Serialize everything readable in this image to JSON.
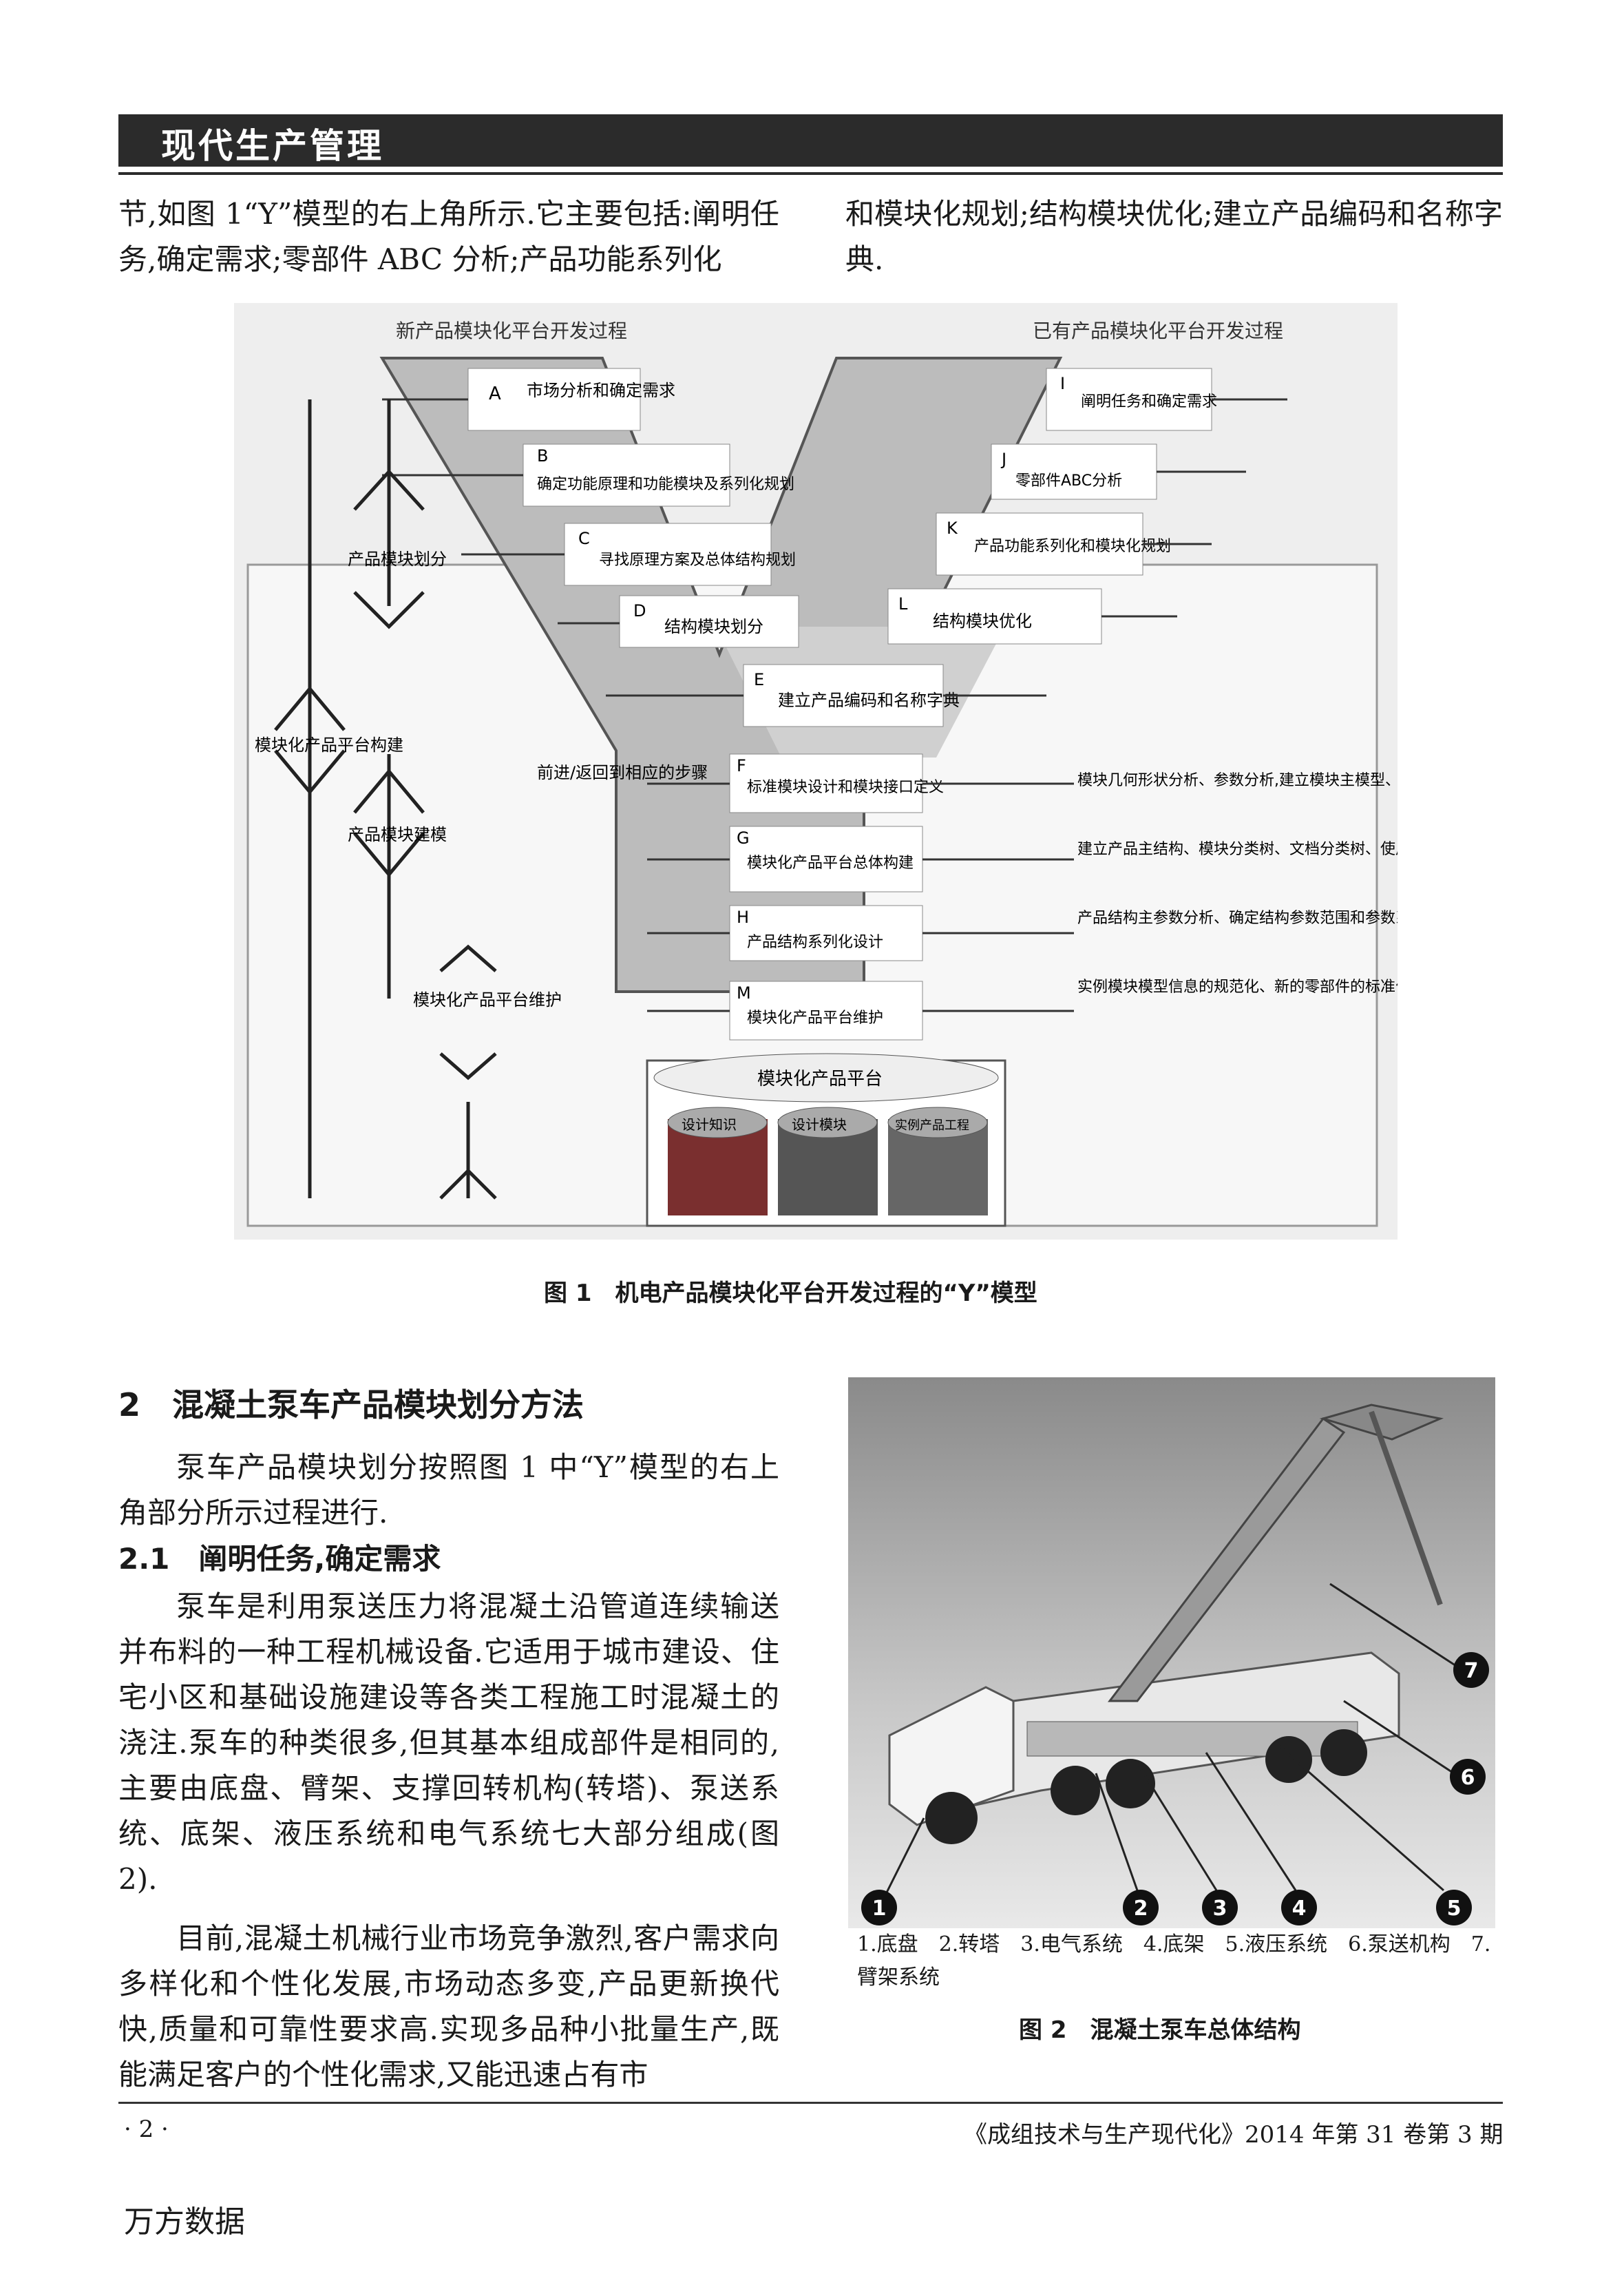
{
  "header": {
    "section_title": "现代生产管理"
  },
  "top_text": {
    "left": "节,如图 1“Y”模型的右上角所示.它主要包括:阐明任务,确定需求;零部件 ABC 分析;产品功能系列化",
    "right": "和模块化规划;结构模块优化;建立产品编码和名称字典."
  },
  "figure1": {
    "caption": "图 1　机电产品模块化平台开发过程的“Y”模型",
    "left_title": "新产品模块化平台开发过程",
    "right_title": "已有产品模块化平台开发过程",
    "left_stages": [
      {
        "letter": "A",
        "text": "市场分析和确定需求"
      },
      {
        "letter": "B",
        "text": "确定功能原理和功能模块及系列化规划"
      },
      {
        "letter": "C",
        "text": "寻找原理方案及总体结构规划"
      },
      {
        "letter": "D",
        "text": "结构模块划分"
      }
    ],
    "right_stages": [
      {
        "letter": "I",
        "text": "阐明任务和确定需求"
      },
      {
        "letter": "J",
        "text": "零部件ABC分析"
      },
      {
        "letter": "K",
        "text": "产品功能系列化和模块化规划"
      },
      {
        "letter": "L",
        "text": "结构模块优化"
      }
    ],
    "merged_stage": {
      "letter": "E",
      "text": "建立产品编码和名称字典"
    },
    "stem_stages": [
      {
        "letter": "F",
        "text": "标准模块设计和模块接口定义"
      },
      {
        "letter": "G",
        "text": "模块化产品平台总体构建"
      },
      {
        "letter": "H",
        "text": "产品结构系列化设计"
      },
      {
        "letter": "M",
        "text": "模块化产品平台维护"
      }
    ],
    "side_labels": {
      "module_division": "产品模块划分",
      "platform_build": "模块化产品平台构建",
      "module_modeling": "产品模块建模",
      "platform_maintenance": "模块化产品平台维护",
      "back_steps": "前进/返回到相应的步骤"
    },
    "right_notes": [
      "模块几何形状分析、参数分析,建立模块主模型、各种主文档",
      "建立产品主结构、模块分类树、文档分类树、使用说明",
      "产品结构主参数分析、确定结构参数范围和参数系列;建立产品结构模块系列",
      "实例模块模型信息的规范化、新的零部件的标准化和模块化产品编码体系的完善、零部件名称分析和规范化"
    ],
    "platform": {
      "title": "模块化产品平台",
      "db1": "设计知识",
      "db2": "设计模块",
      "db3": "实例产品工程"
    }
  },
  "section2": {
    "heading": "2　混凝土泵车产品模块划分方法",
    "intro": "泵车产品模块划分按照图 1 中“Y”模型的右上角部分所示过程进行.",
    "sub21": "2.1　阐明任务,确定需求",
    "para1": "泵车是利用泵送压力将混凝土沿管道连续输送并布料的一种工程机械设备.它适用于城市建设、住宅小区和基础设施建设等各类工程施工时混凝土的浇注.泵车的种类很多,但其基本组成部件是相同的,主要由底盘、臂架、支撑回转机构(转塔)、泵送系统、底架、液压系统和电气系统七大部分组成(图 2).",
    "para2": "目前,混凝土机械行业市场竞争激烈,客户需求向多样化和个性化发展,市场动态多变,产品更新换代快,质量和可靠性要求高.实现多品种小批量生产,既能满足客户的个性化需求,又能迅速占有市"
  },
  "figure2": {
    "callouts": [
      "1",
      "2",
      "3",
      "4",
      "5",
      "6",
      "7"
    ],
    "legend": "1.底盘　2.转塔　3.电气系统　4.底架　5.液压系统　6.泵送机构　7.臂架系统",
    "caption": "图 2　混凝土泵车总体结构"
  },
  "footer": {
    "page": "· 2 ·",
    "journal": "《成组技术与生产现代化》2014 年第 31 卷第 3 期",
    "watermark": "万方数据"
  }
}
